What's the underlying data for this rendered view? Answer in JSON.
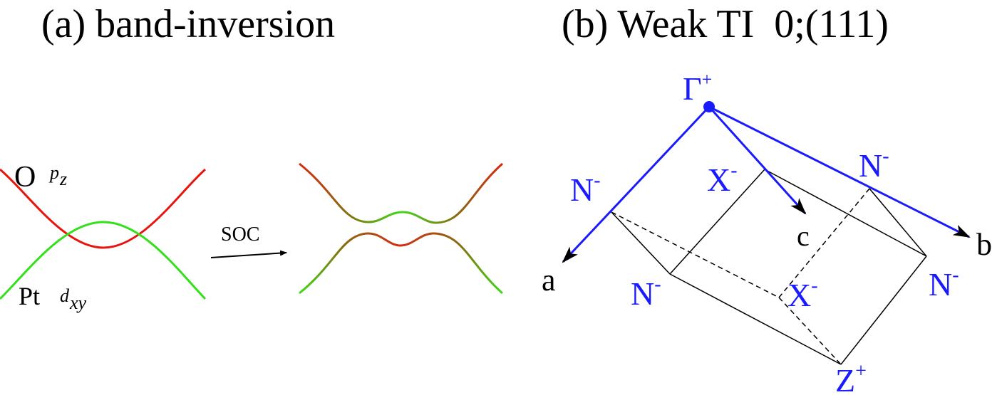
{
  "panel_a": {
    "title": "(a) band-inversion",
    "o_label": "O",
    "o_orbital": "p",
    "o_orbital_sub": "z",
    "pt_label": "Pt",
    "pt_orbital": "d",
    "pt_orbital_sub": "xy",
    "arrow_label": "SOC",
    "colors": {
      "o_band": "#e8150f",
      "pt_band": "#33e01a",
      "hybrid": "#8a6a10"
    }
  },
  "panel_b": {
    "title": "(b) Weak TI  0;(111)",
    "gamma_label": "Γ",
    "gamma_sup": "+",
    "n_top_left": "N",
    "n_top_right": "N",
    "n_mid": "N",
    "n_right": "N",
    "n_sup": "-",
    "x_top": "X",
    "x_mid": "X",
    "x_sup": "-",
    "z_label": "Z",
    "z_sup": "+",
    "axis_a": "a",
    "axis_b": "b",
    "axis_c": "c",
    "colors": {
      "axes": "#1a1aff",
      "labels": "#1a1aff",
      "edges": "#000000"
    }
  }
}
